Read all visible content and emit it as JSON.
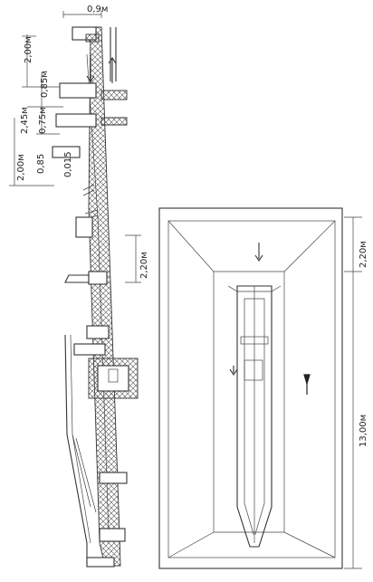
{
  "dimensions": {
    "d_0_9": "0,9м",
    "d_2_00_top": "2,00м",
    "d_0_85_top": "0,85м",
    "d_2_45": "2,45м",
    "d_0_75": "0,75м",
    "d_2_00_left": "2,00м",
    "d_0_85_left": "0,85",
    "d_0_015": "0,015",
    "d_2_20_profile": "2,20м",
    "d_2_20_plan": "2,20м",
    "d_13_00": "13,00м"
  }
}
